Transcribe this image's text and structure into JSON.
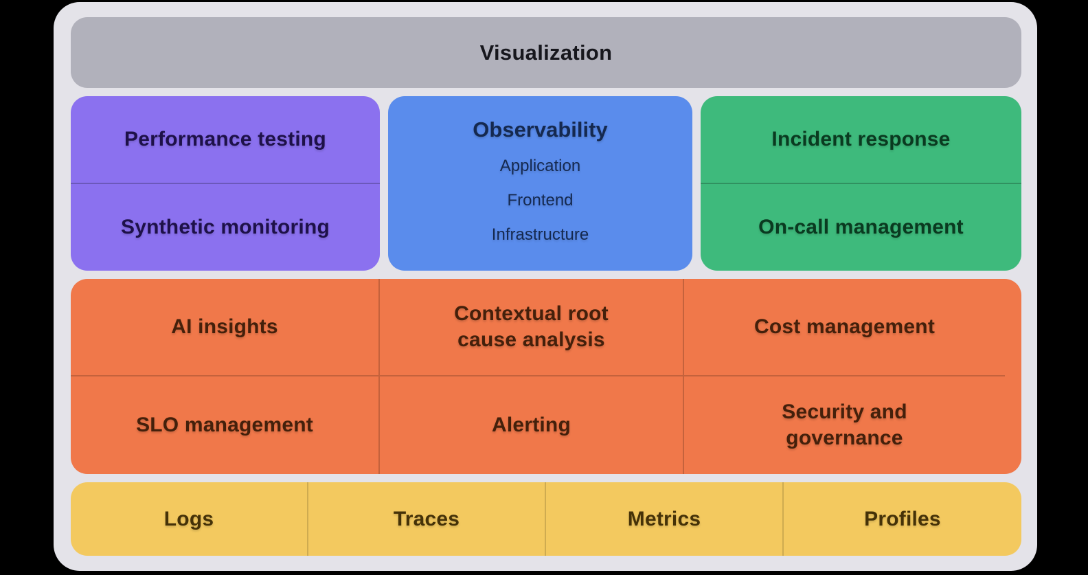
{
  "diagram": {
    "background_color": "#000000",
    "panel_color": "#E4E3E9"
  },
  "visualization": {
    "label": "Visualization",
    "bg_color": "#B1B1BB",
    "text_color": "#17171D"
  },
  "performance": {
    "bg_color": "#8B71EF",
    "text_color": "#1E1149",
    "cells": [
      "Performance testing",
      "Synthetic monitoring"
    ]
  },
  "observability": {
    "bg_color": "#5A8CEC",
    "text_color": "#15294F",
    "title": "Observability",
    "items": [
      "Application",
      "Frontend",
      "Infrastructure"
    ]
  },
  "incident": {
    "bg_color": "#3EBA7C",
    "text_color": "#0A3A20",
    "cells": [
      "Incident response",
      "On-call management"
    ]
  },
  "features": {
    "bg_color": "#F0784A",
    "text_color": "#44200B",
    "rows": [
      [
        "AI insights",
        "Contextual root\ncause analysis",
        "Cost management"
      ],
      [
        "SLO management",
        "Alerting",
        "Security and\ngovernance"
      ]
    ]
  },
  "signals": {
    "bg_color": "#F3C95F",
    "text_color": "#453208",
    "items": [
      "Logs",
      "Traces",
      "Metrics",
      "Profiles"
    ]
  }
}
